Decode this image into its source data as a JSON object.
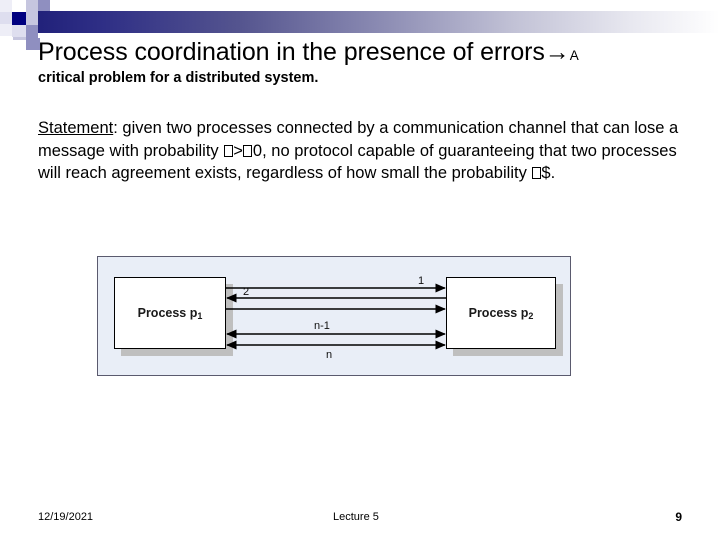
{
  "slide": {
    "title_main": "Process coordination in the presence of errors→",
    "title_tail": "A",
    "title_sub": "critical problem for a distributed system."
  },
  "body": {
    "statement_label": "Statement",
    "line1_after_label": ": given two processes connected by a communication channel that",
    "line2_a": "can lose a message with probability",
    "line2_glyph1": "□",
    "line2_mid": ">",
    "line2_glyph2": "□",
    "line2_zero": "0",
    "line2_b": ", no protocol capable of guaranteeing",
    "line3": "that two processes will reach agreement exists, regardless of how small the",
    "line4_a": "probability",
    "line4_glyph": "□",
    "line4_b": "$."
  },
  "diagram": {
    "left_process_label": "Process p",
    "left_process_sub": "1",
    "right_process_label": "Process p",
    "right_process_sub": "2",
    "messages": [
      {
        "label": "1",
        "direction": "right",
        "label_side": "right"
      },
      {
        "label": "2",
        "direction": "left",
        "label_side": "left"
      },
      {
        "label": "",
        "direction": "right",
        "label_side": "none"
      },
      {
        "label": "n-1",
        "direction": "both",
        "label_side": "center"
      },
      {
        "label": "n",
        "direction": "both",
        "label_side": "center"
      }
    ],
    "panel_bg": "#e9eef7",
    "box_border": "#000000",
    "shadow_color": "#bfbfbf"
  },
  "footer": {
    "date": "12/19/2021",
    "center": "Lecture 5",
    "page_number": "9"
  },
  "theme": {
    "gradient_start": "#21217a",
    "gradient_end": "#ffffff",
    "accent_navy": "#000080",
    "accent_mid": "#8f8fc0",
    "accent_light": "#c6c6df"
  }
}
